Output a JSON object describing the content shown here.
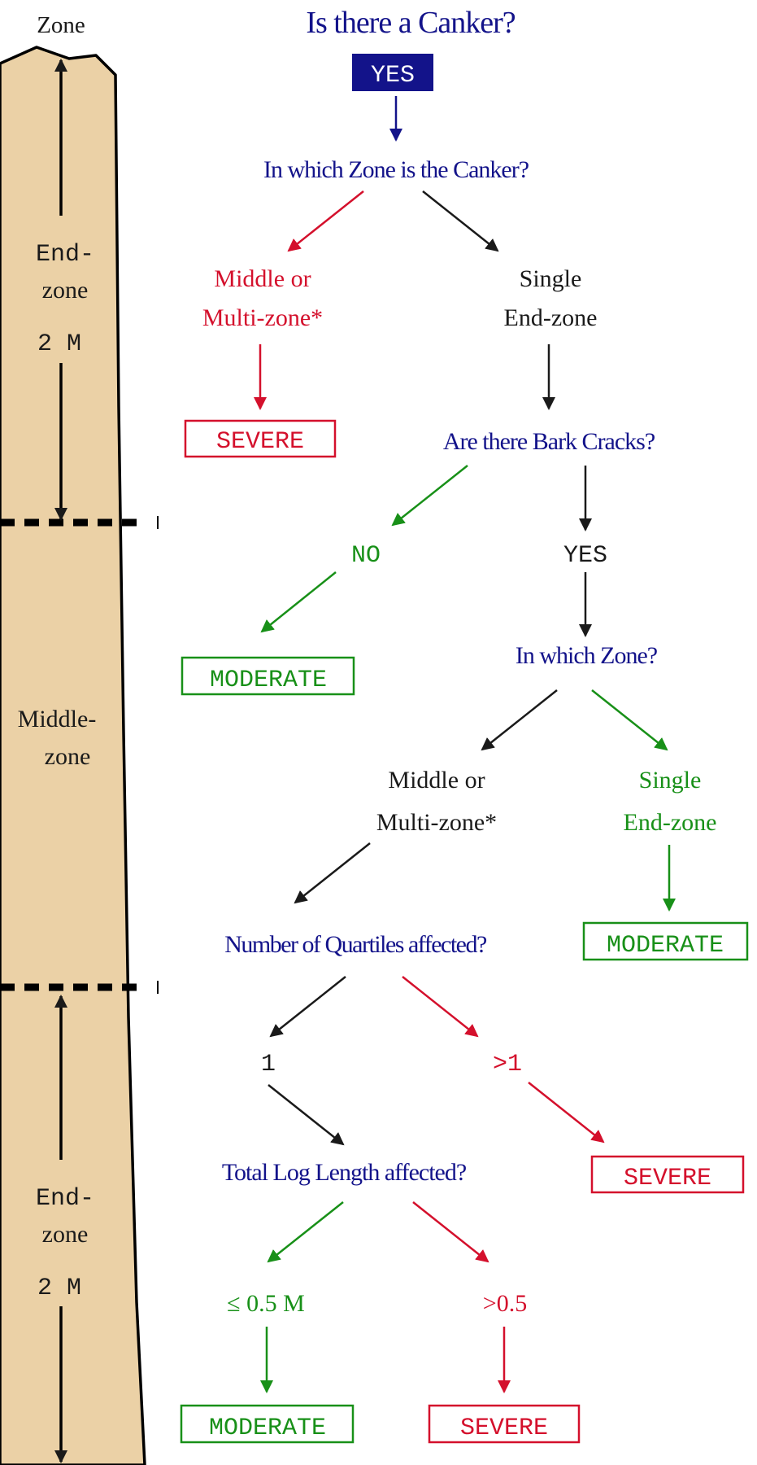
{
  "zone_column": {
    "header": "Zone",
    "top": {
      "line1": "End-",
      "line2": "zone",
      "length": "2 M"
    },
    "middle": {
      "line1": "Middle-",
      "line2": "zone"
    },
    "bottom": {
      "line1": "End-",
      "line2": "zone",
      "length": "2 M"
    }
  },
  "colors": {
    "question": "#13138a",
    "severe": "#d4102c",
    "moderate": "#189018",
    "neutral": "#1a1a1a",
    "log_fill": "#ebd1a6"
  },
  "flow": {
    "q1": "Is there a Canker?",
    "q1_yes": "YES",
    "q2": "In which Zone is the Canker?",
    "q2_a": {
      "line1": "Middle or",
      "line2": "Multi-zone*"
    },
    "q2_a_result": "SEVERE",
    "q2_b": {
      "line1": "Single",
      "line2": "End-zone"
    },
    "q3": "Are there Bark Cracks?",
    "q3_no": "NO",
    "q3_no_result": "MODERATE",
    "q3_yes": "YES",
    "q4": "In which Zone?",
    "q4_a": {
      "line1": "Middle or",
      "line2": "Multi-zone*"
    },
    "q4_b": {
      "line1": "Single",
      "line2": "End-zone"
    },
    "q4_b_result": "MODERATE",
    "q5": "Number of Quartiles affected?",
    "q5_one": "1",
    "q5_more": ">1",
    "q5_more_result": "SEVERE",
    "q6": "Total Log Length affected?",
    "q6_low": "≤ 0.5 M",
    "q6_low_result": "MODERATE",
    "q6_high": ">0.5",
    "q6_high_result": "SEVERE"
  }
}
